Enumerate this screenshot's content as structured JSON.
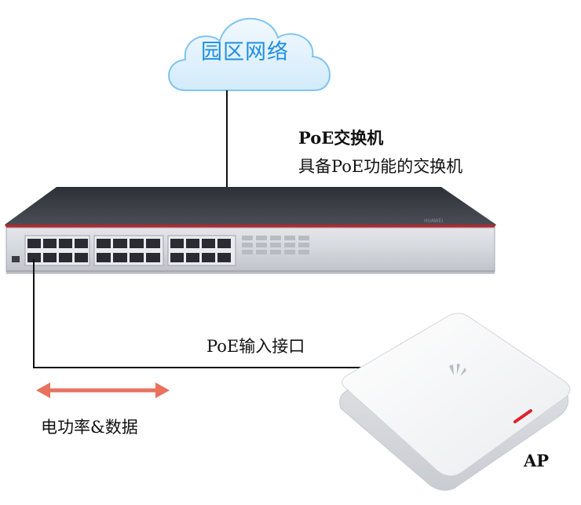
{
  "cloud": {
    "label": "园区网络",
    "color": "#1e8fe0"
  },
  "switch": {
    "title": "PoE交换机",
    "description": "具备PoE功能的交换机"
  },
  "link": {
    "port_label": "PoE输入接口"
  },
  "flow": {
    "label": "电功率&数据",
    "arrow_color": "#e8725e"
  },
  "ap": {
    "label": "AP"
  },
  "colors": {
    "line": "#111111",
    "switch_body": "#cfd3d8",
    "switch_top": "#3a3d44",
    "switch_stripe": "#b3282d",
    "ap_led": "#e0202a"
  }
}
